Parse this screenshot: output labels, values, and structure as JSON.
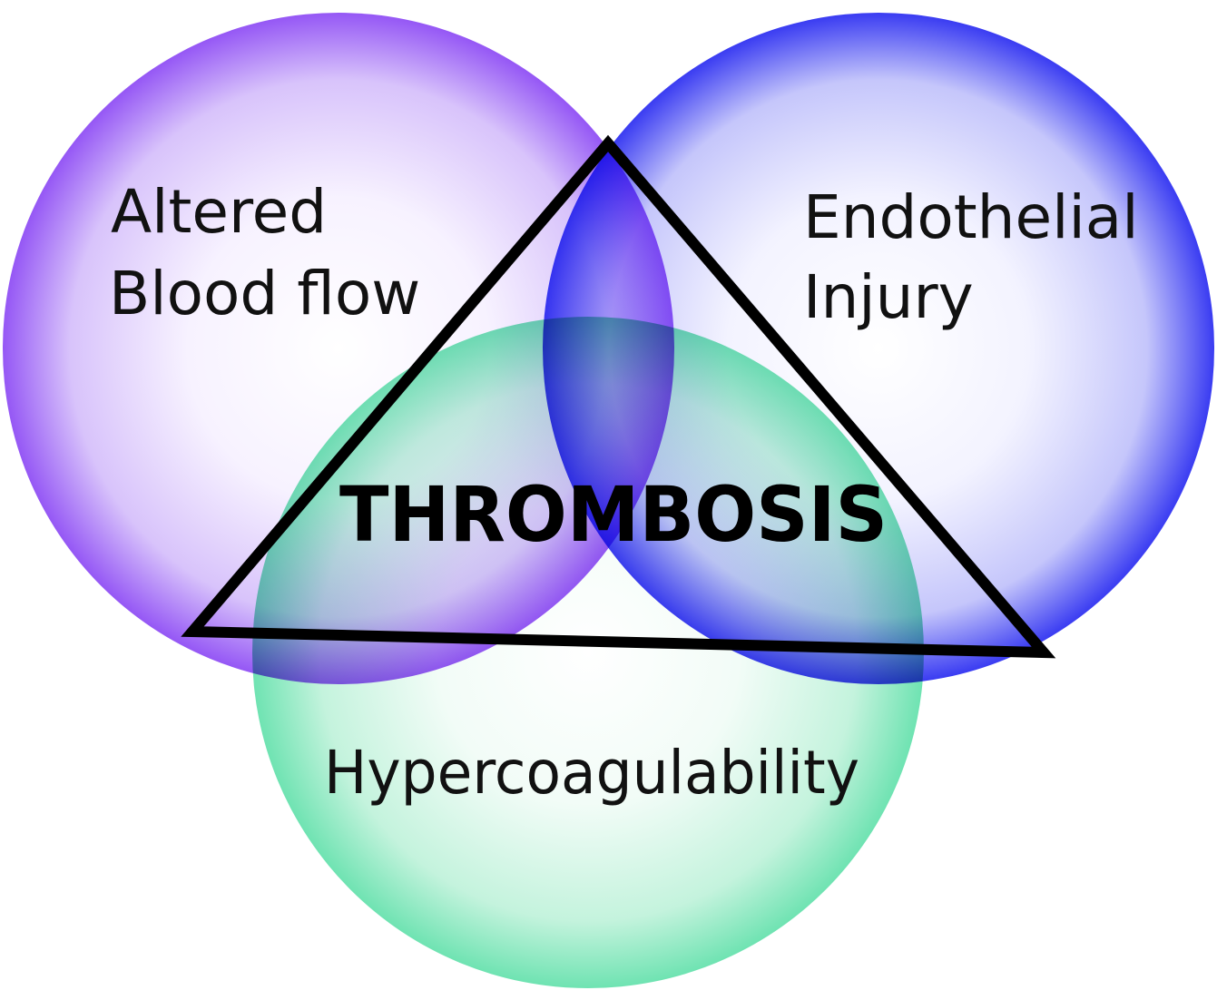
{
  "diagram": {
    "center_label": "THROMBOSIS",
    "factors": [
      {
        "line1": "Altered",
        "line2": "Blood flow",
        "color": "#9557f5"
      },
      {
        "line1": "Endothelial",
        "line2": "Injury",
        "color": "#3a3cf2"
      },
      {
        "line1": "Hypercoagulability",
        "color": "#6fe3b2"
      }
    ],
    "triangle_color": "#000000"
  }
}
